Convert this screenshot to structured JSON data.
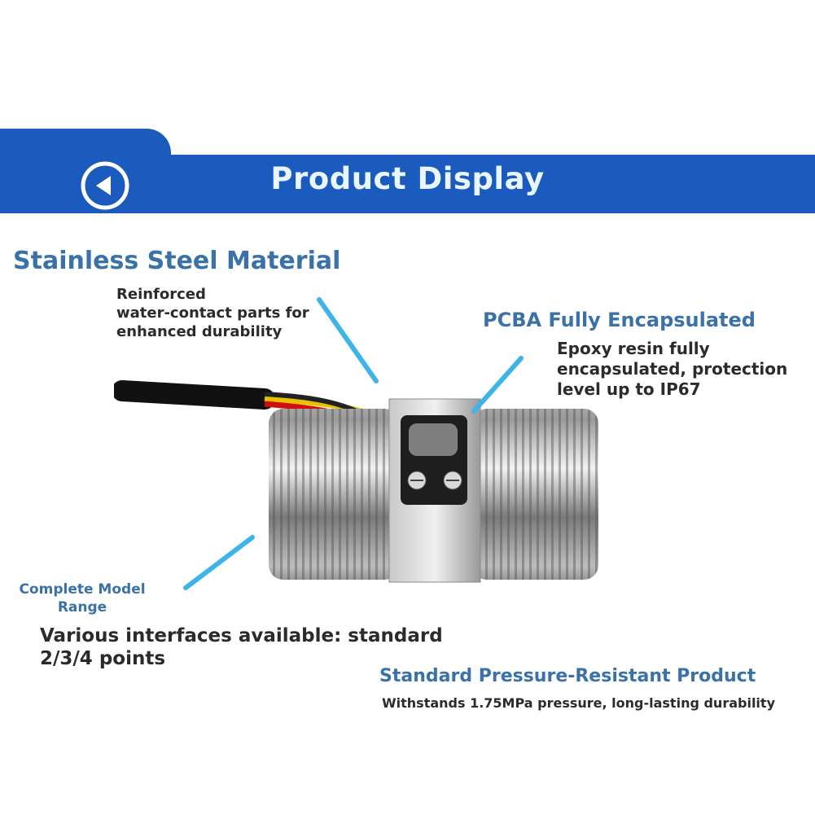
{
  "banner": {
    "title": "Product Display"
  },
  "features": {
    "stainless": {
      "title": "Stainless Steel Material",
      "lines": [
        "Reinforced",
        "water-contact parts for",
        "enhanced durability"
      ]
    },
    "pcba": {
      "title": "PCBA Fully Encapsulated",
      "lines": [
        "Epoxy resin fully",
        "encapsulated, protection",
        "level up to IP67"
      ]
    },
    "model": {
      "title_lines": [
        "Complete Model",
        "Range"
      ],
      "lines": [
        "Various interfaces available: standard",
        "2/3/4 points"
      ]
    },
    "pressure": {
      "title": "Standard Pressure-Resistant Product",
      "line": "Withstands 1.75MPa pressure, long-lasting durability"
    }
  },
  "colors": {
    "banner": "#1a5bbd",
    "heading": "#3a72a8",
    "body": "#2b2b2b",
    "accent_arrow": "#3fb4e6"
  },
  "icons": {
    "back": "back-arrow-icon"
  }
}
